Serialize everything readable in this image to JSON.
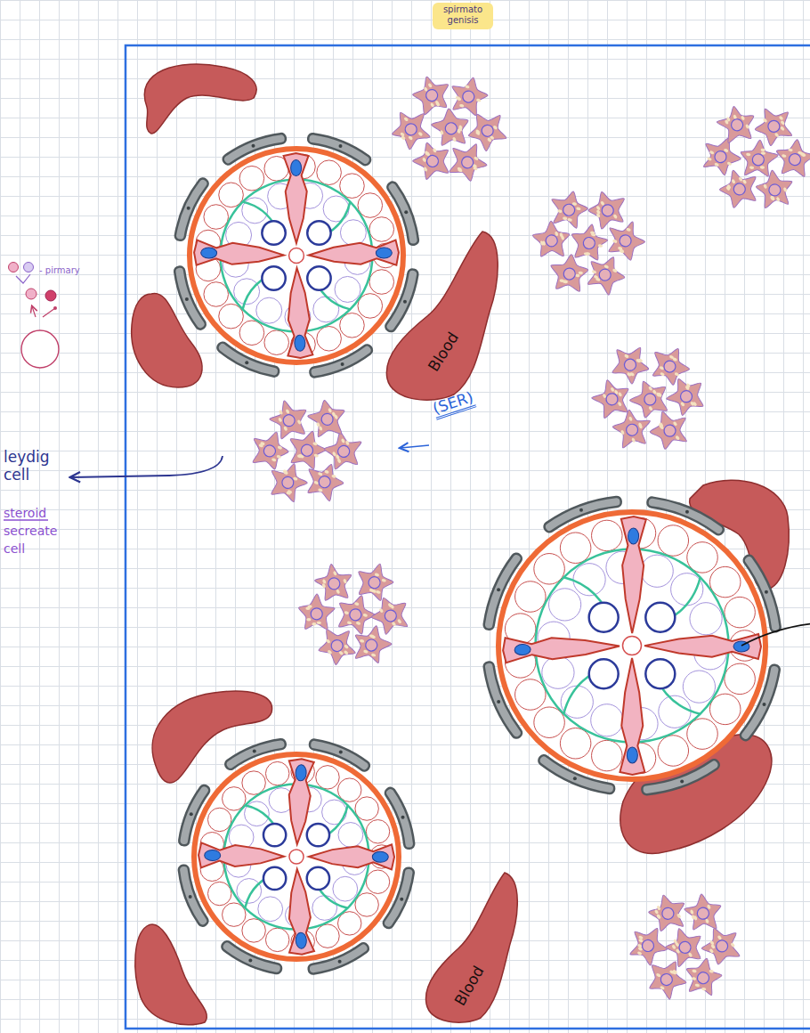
{
  "diagram": {
    "nodes": [
      {
        "text": [
          "spirmato genisis"
        ]
      },
      {
        "text": [
          "Blood"
        ]
      },
      {
        "text": [
          "Blood"
        ]
      }
    ],
    "labels": [
      "- pirmary",
      "(SER)",
      "leydig cell",
      "steroid secreate cell"
    ]
  }
}
